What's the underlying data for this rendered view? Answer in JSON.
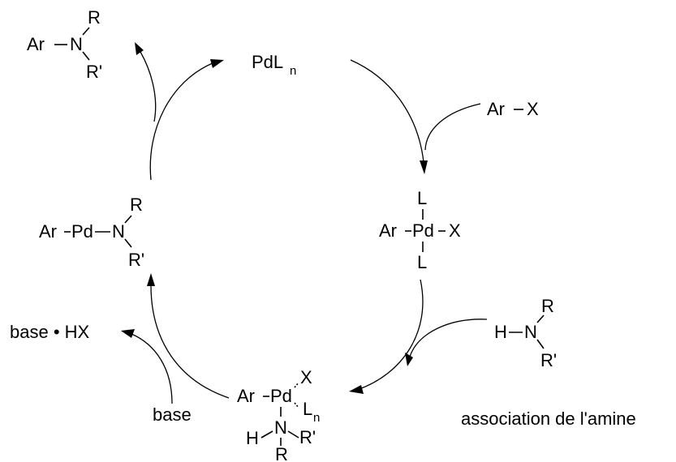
{
  "catalyst": {
    "text": "PdL",
    "sub": "n"
  },
  "product": {
    "ar": "Ar",
    "n": "N",
    "r": "R",
    "r2": "R'"
  },
  "aryl_halide": {
    "ar": "Ar",
    "x": "X"
  },
  "oxidative_complex": {
    "l_top": "L",
    "ar": "Ar",
    "pd": "Pd",
    "x": "X",
    "l_bottom": "L"
  },
  "amine": {
    "h": "H",
    "n": "N",
    "r": "R",
    "r2": "R'"
  },
  "amine_association_label": "association de l'amine",
  "amine_complex": {
    "ar": "Ar",
    "pd": "Pd",
    "x": "X",
    "l": "L",
    "l_sub": "n",
    "n": "N",
    "h": "H",
    "r_bottom": "R",
    "r2": "R'"
  },
  "amido_complex": {
    "ar": "Ar",
    "pd": "Pd",
    "n": "N",
    "r": "R",
    "r2": "R'"
  },
  "byproduct": {
    "text": "base • HX"
  },
  "base_label": "base"
}
